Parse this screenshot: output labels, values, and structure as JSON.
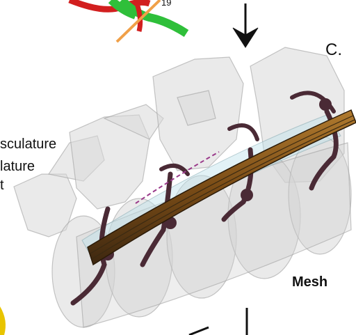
{
  "labels": {
    "panel": "C.",
    "mesh": "Mesh",
    "inset_number": "19",
    "legend_lines": [
      "sculature",
      "lature",
      "t"
    ]
  },
  "colors": {
    "vertebra_fill": "#d9d9d9",
    "vertebra_edge": "#9a9a9a",
    "rod_brown": "#8a5a1c",
    "rod_dark": "#3b2a12",
    "screw_purple": "#4a2a35",
    "arrow": "#111111",
    "inset_red": "#d21f1f",
    "inset_green": "#2fbf3a",
    "inset_orange": "#f0a048",
    "yellow_edge": "#e8c400"
  }
}
